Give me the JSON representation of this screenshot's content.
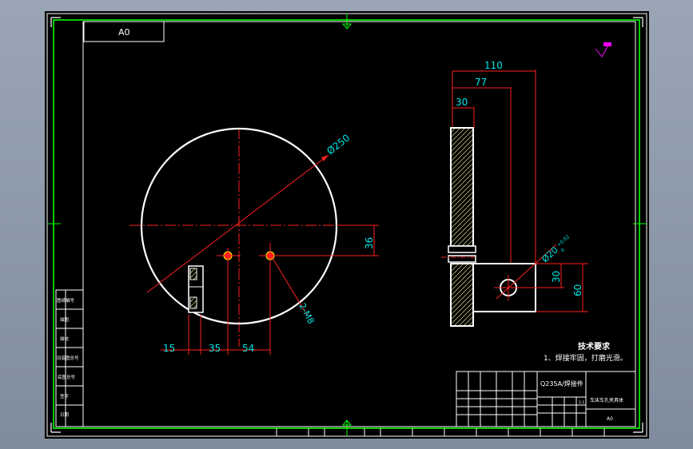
{
  "sheet": {
    "size_label": "A0"
  },
  "dimensions": {
    "circle_diameter": "Ø250",
    "offset_vertical": "36",
    "hole_spec": "2-M8",
    "dim_15": "15",
    "dim_35": "35",
    "dim_54": "54",
    "overall_110": "110",
    "dim_77": "77",
    "dim_30_top": "30",
    "bore_dia": "Ø20",
    "bore_tol_upper": "+0.02",
    "bore_tol_lower": "0",
    "dim_30_side": "30",
    "dim_60": "60"
  },
  "notes": {
    "title": "技术要求",
    "line1": "1、焊接牢固，打磨光滑。"
  },
  "left_labels": [
    "图纸编号",
    "描图",
    "描校",
    "旧底图总号",
    "底图总号",
    "签字",
    "日期"
  ],
  "title_block": {
    "material": "Q235A/焊接件",
    "drawing_name": "车床车孔夹具体",
    "sheet_code": "A0",
    "scale": "1:1"
  },
  "colors": {
    "frame": "#00ff00",
    "outline": "#ffffff",
    "dimension": "#ff2020",
    "dim_text": "#00e5e5",
    "hatch": "#e6e68a",
    "accent": "#ff00ff"
  }
}
